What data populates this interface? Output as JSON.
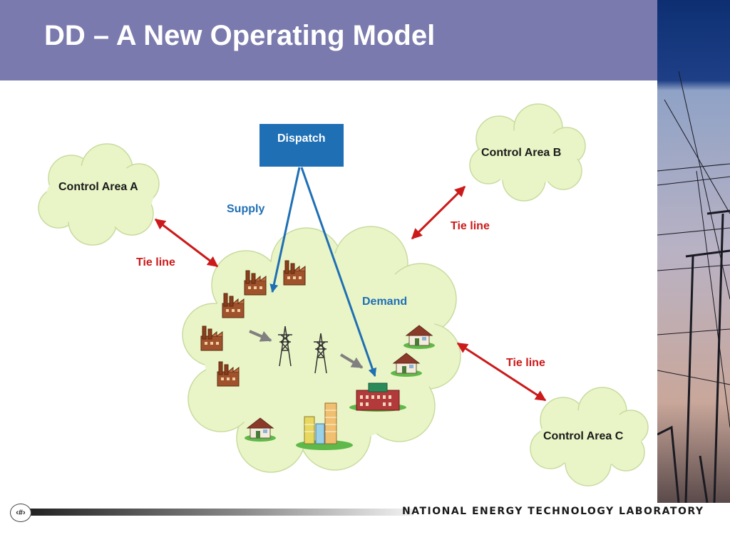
{
  "slide": {
    "title": "DD – A New Operating Model"
  },
  "diagram": {
    "dispatch_label": "Dispatch",
    "supply_label": "Supply",
    "demand_label": "Demand",
    "control_areas": [
      "Control Area  A",
      "Control Area B",
      "Control Area C"
    ],
    "tie_line_label": "Tie line"
  },
  "footer": {
    "page_number": "‹#›",
    "organization": "NATIONAL ENERGY TECHNOLOGY LABORATORY"
  },
  "colors": {
    "header": "#7a7aae",
    "cloud_fill": "#e9f5c6",
    "dispatch_box": "#1f6fb5",
    "tie_line": "#cc1a1a",
    "flow_arrow": "#1f6fb5"
  }
}
